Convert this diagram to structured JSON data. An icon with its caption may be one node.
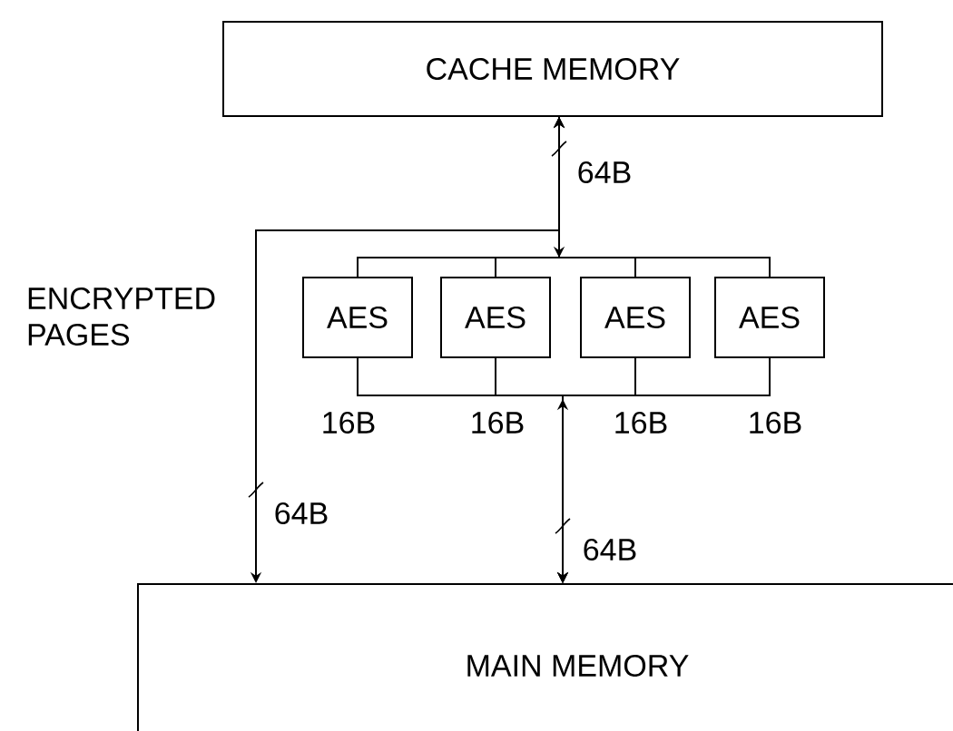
{
  "diagram": {
    "nodes": [
      {
        "text": [
          "CACHE MEMORY"
        ]
      },
      {
        "text": [
          "AES"
        ]
      },
      {
        "text": [
          "AES"
        ]
      },
      {
        "text": [
          "AES"
        ]
      },
      {
        "text": [
          "AES"
        ]
      },
      {
        "text": [
          "MAIN MEMORY"
        ]
      }
    ],
    "edges": [
      {
        "from": 1,
        "to": 0,
        "arrow": "to"
      },
      {
        "from": 2,
        "to": 0,
        "arrow": "to"
      },
      {
        "from": 3,
        "to": 0,
        "arrow": "to"
      },
      {
        "from": 4,
        "to": 0,
        "arrow": "to"
      },
      {
        "from": 1,
        "to": 5,
        "arrow": "to"
      },
      {
        "from": 2,
        "to": 5,
        "arrow": "to"
      },
      {
        "from": 3,
        "to": 5,
        "arrow": "to"
      },
      {
        "from": 4,
        "to": 5,
        "arrow": "to"
      },
      {
        "from": 0,
        "to": 5,
        "arrow": "to",
        "label": "64B"
      }
    ],
    "labels": [
      "64B",
      "ENCRYPTED PAGES",
      "16B",
      "16B",
      "16B",
      "16B",
      "64B"
    ]
  }
}
